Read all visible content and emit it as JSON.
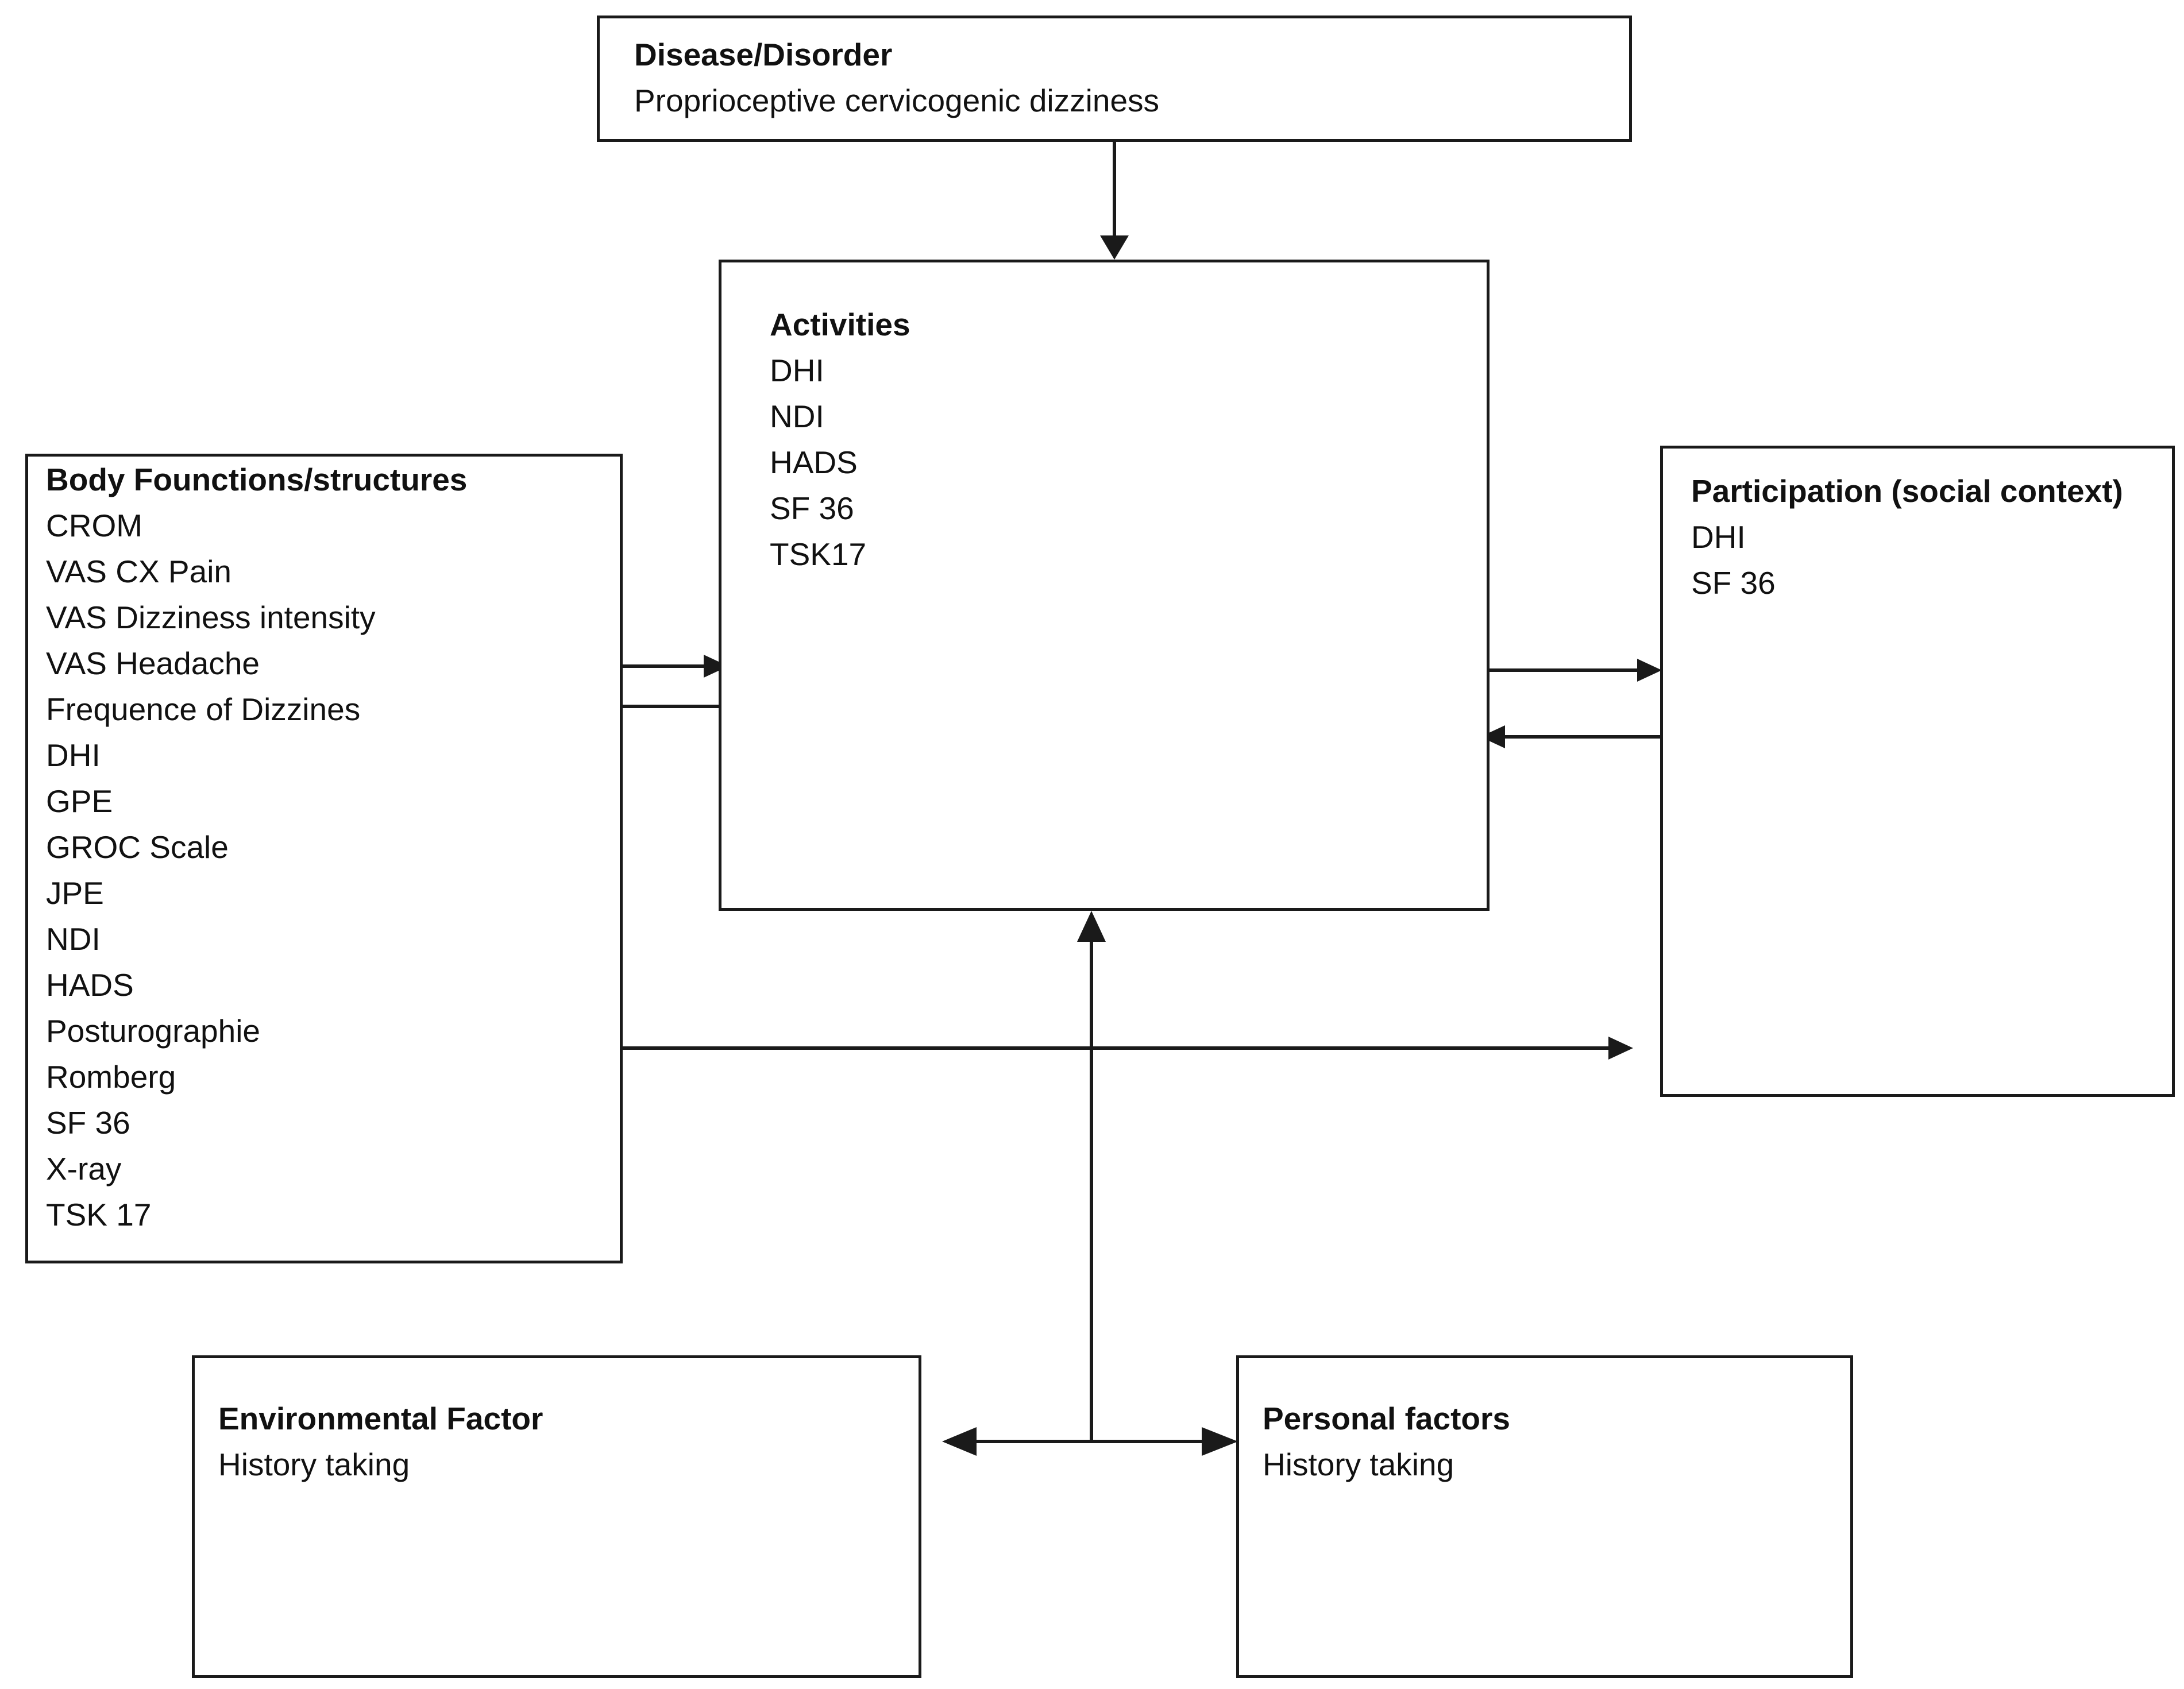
{
  "boxes": {
    "disease": {
      "title": "Disease/Disorder",
      "items": [
        "Proprioceptive cervicogenic dizziness"
      ]
    },
    "activities": {
      "title": "Activities",
      "items": [
        "DHI",
        "NDI",
        "HADS",
        "SF 36",
        "TSK17"
      ]
    },
    "body": {
      "title": "Body Founctions/structures",
      "items": [
        "CROM",
        "VAS CX Pain",
        "VAS Dizziness intensity",
        "VAS Headache",
        "Frequence of Dizzines",
        "DHI",
        "GPE",
        "GROC Scale",
        "JPE",
        "NDI",
        "HADS",
        "Posturographie",
        "Romberg",
        "SF 36",
        "X-ray",
        "TSK 17"
      ]
    },
    "participation": {
      "title": "Participation (social context)",
      "items": [
        "DHI",
        "SF 36"
      ]
    },
    "environmental": {
      "title": "Environmental Factor",
      "items": [
        "History taking"
      ]
    },
    "personal": {
      "title": "Personal factors",
      "items": [
        "History taking"
      ]
    }
  },
  "colors": {
    "line": "#1a1a1a",
    "background": "#ffffff",
    "text": "#111111"
  }
}
